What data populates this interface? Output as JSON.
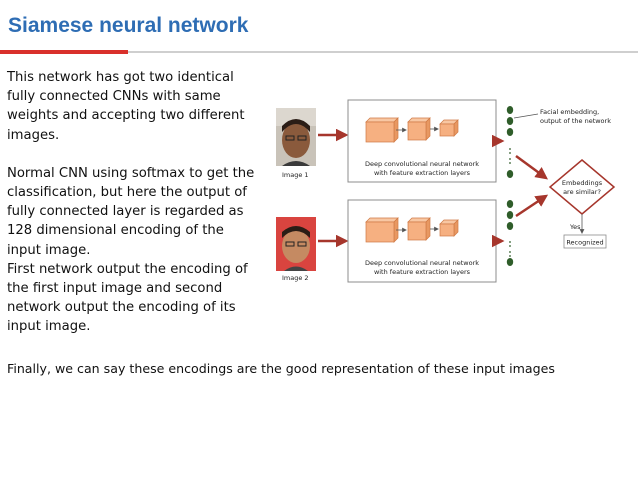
{
  "slide": {
    "title": "Siamese neural network",
    "paragraphs": [
      "This network has got two identical fully connected CNNs with same weights and accepting two different images.",
      "Normal CNN using softmax to get the classification, but here the output of fully connected layer is regarded as 128 dimensional encoding of the input image.",
      "First network output the encoding of the first input image and second network output the encoding of its input image."
    ],
    "conclusion": "Finally, we can say these encodings are the good representation of these input images"
  },
  "diagram": {
    "image1_label": "Image 1",
    "image2_label": "Image 2",
    "cnn_label_line1": "Deep convolutional neural network",
    "cnn_label_line2": "with feature extraction layers",
    "embedding_label_line1": "Facial embedding,",
    "embedding_label_line2": "output of the network",
    "decision_line1": "Embeddings",
    "decision_line2": "are similar?",
    "yes_label": "Yes",
    "result_label": "Recognized",
    "colors": {
      "cube": "#f6b081",
      "cube_edge": "#d07a45",
      "arrow": "#a6362c",
      "node": "#2f5d2a",
      "box_border": "#8c8c8c"
    }
  }
}
